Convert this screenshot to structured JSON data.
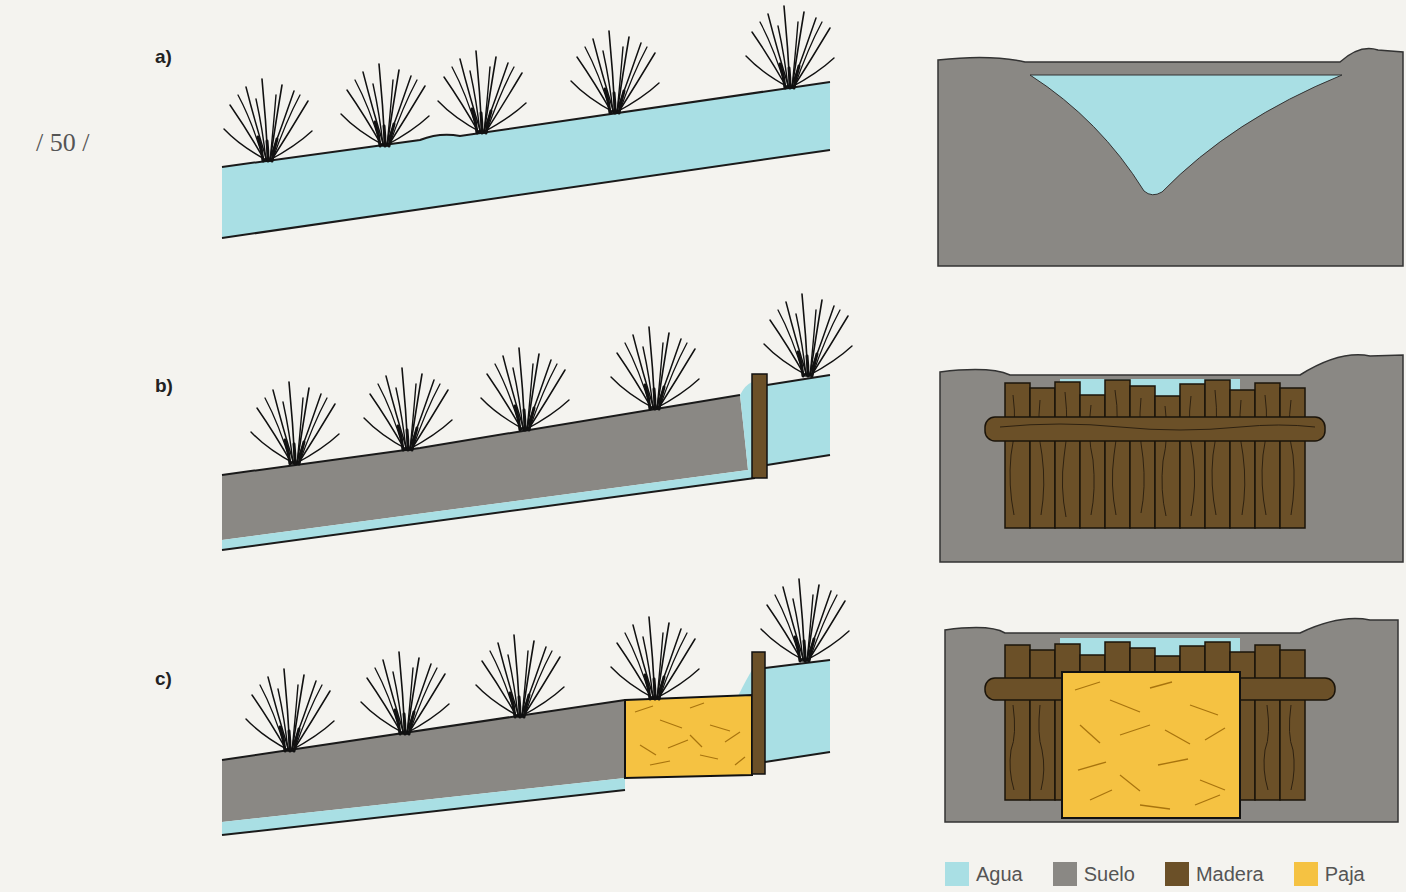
{
  "diagram": {
    "labels": [
      "/ 50 /",
      "a)",
      "b)",
      "c)"
    ],
    "legend": [
      {
        "text": "Agua",
        "color": "#a9dfe4"
      },
      {
        "text": "Suelo",
        "color": "#8a8884"
      },
      {
        "text": "Madera",
        "color": "#6b5028"
      },
      {
        "text": "Paja",
        "color": "#f5c242"
      }
    ]
  }
}
